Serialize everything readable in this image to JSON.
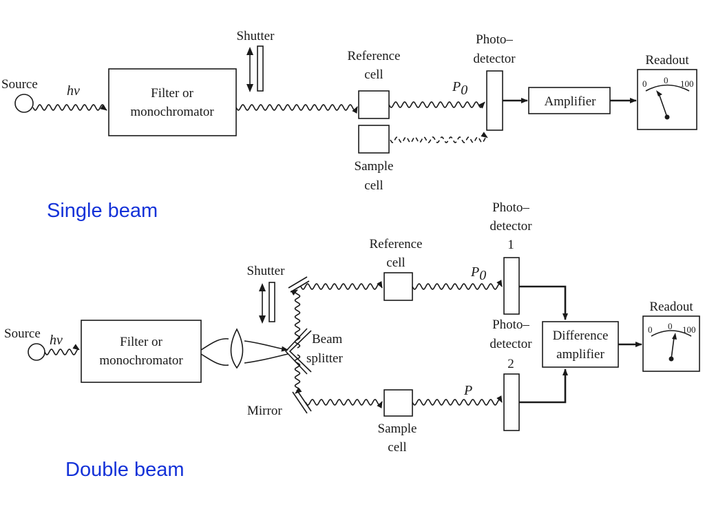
{
  "single": {
    "heading": "Single beam",
    "source": "Source",
    "hv": "hν",
    "filter_line1": "Filter or",
    "filter_line2": "monochromator",
    "shutter": "Shutter",
    "reference_line1": "Reference",
    "reference_line2": "cell",
    "sample_line1": "Sample",
    "sample_line2": "cell",
    "p_symbol": "P",
    "p_subscript": "0",
    "detector_line1": "Photo–",
    "detector_line2": "detector",
    "amplifier": "Amplifier",
    "readout": "Readout",
    "scale_low": "0",
    "scale_mid": "0",
    "scale_high": "100"
  },
  "double": {
    "heading": "Double beam",
    "source": "Source",
    "hv": "hν",
    "filter_line1": "Filter or",
    "filter_line2": "monochromator",
    "shutter": "Shutter",
    "beam_splitter_line1": "Beam",
    "beam_splitter_line2": "splitter",
    "mirror": "Mirror",
    "reference_line1": "Reference",
    "reference_line2": "cell",
    "sample_line1": "Sample",
    "sample_line2": "cell",
    "p0_symbol": "P",
    "p0_subscript": "0",
    "p_symbol": "P",
    "detector1_line1": "Photo–",
    "detector1_line2": "detector",
    "detector1_number": "1",
    "detector2_line1": "Photo–",
    "detector2_line2": "detector",
    "detector2_number": "2",
    "diff_line1": "Difference",
    "diff_line2": "amplifier",
    "readout": "Readout",
    "scale_low": "0",
    "scale_mid": "0",
    "scale_high": "100"
  }
}
